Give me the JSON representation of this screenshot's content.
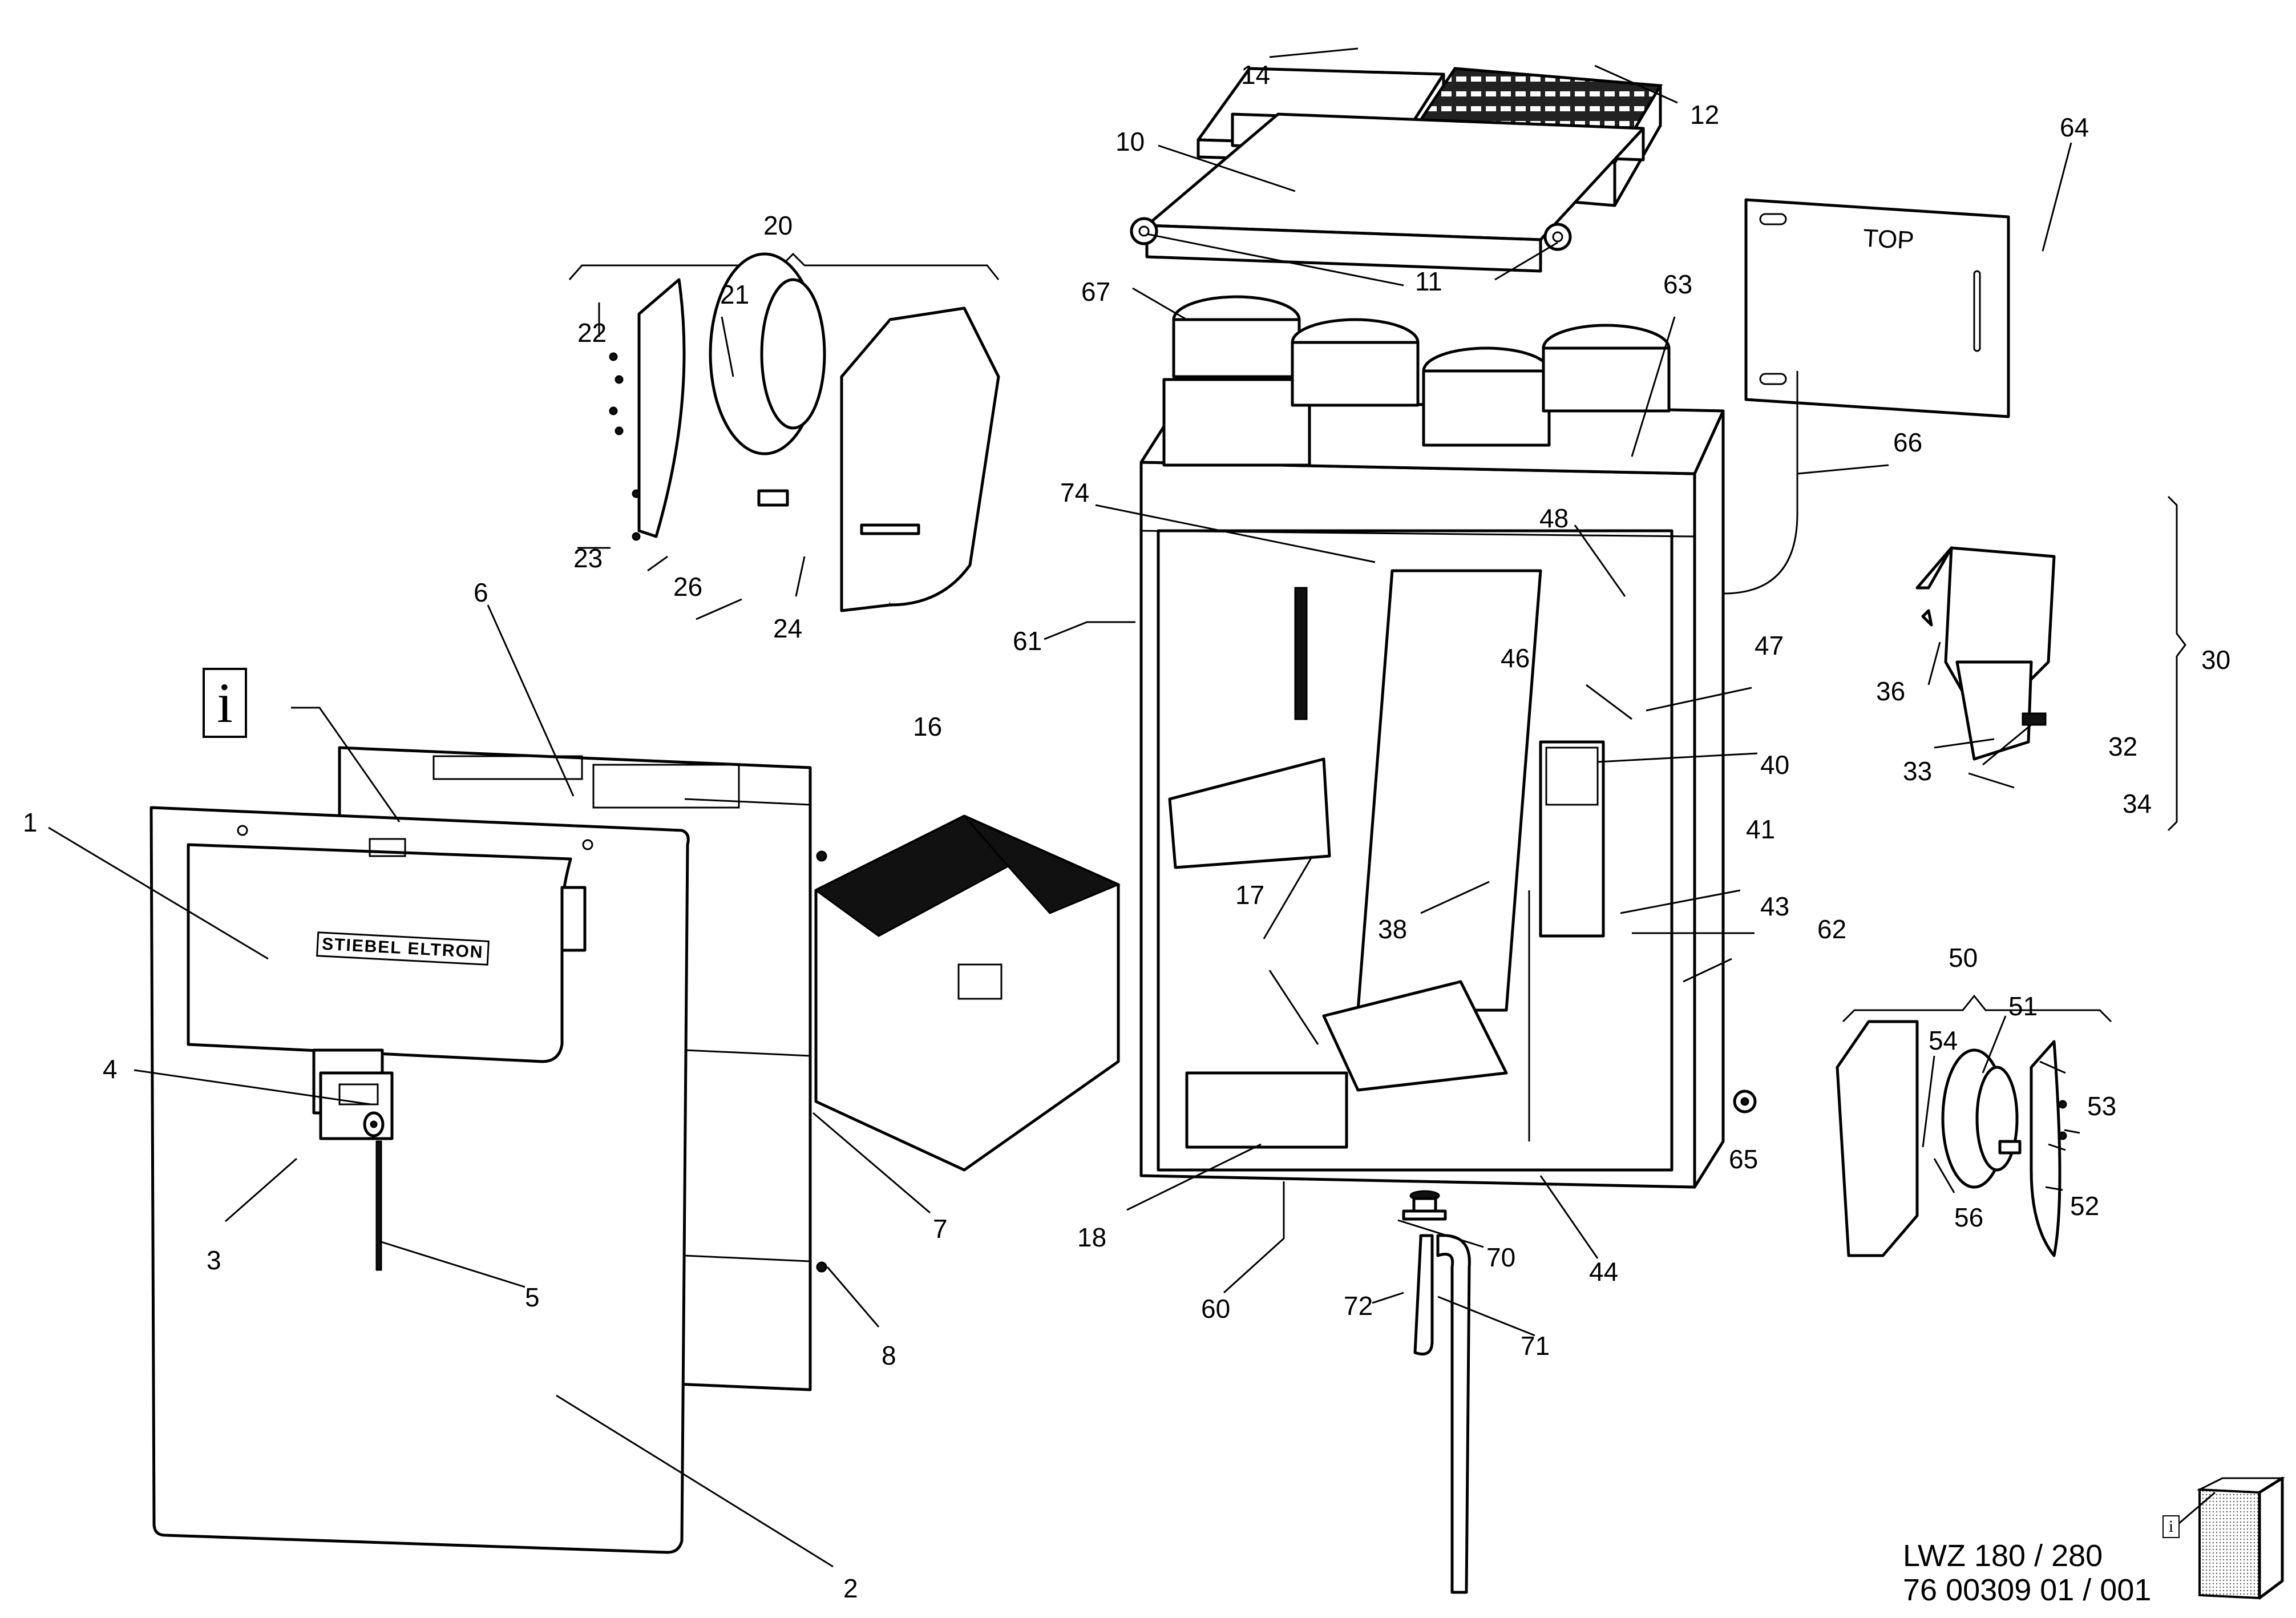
{
  "drawing": {
    "model": "LWZ 180 / 280",
    "document_number": "76 00309 01 / 001",
    "brand_logo_text": "STIEBEL ELTRON",
    "mounting_plate_text": "TOP",
    "info_symbol": "i"
  },
  "parts": [
    {
      "id": "1",
      "label": "1"
    },
    {
      "id": "2",
      "label": "2"
    },
    {
      "id": "3",
      "label": "3"
    },
    {
      "id": "4",
      "label": "4"
    },
    {
      "id": "5",
      "label": "5"
    },
    {
      "id": "6",
      "label": "6"
    },
    {
      "id": "7",
      "label": "7"
    },
    {
      "id": "8",
      "label": "8"
    },
    {
      "id": "10",
      "label": "10"
    },
    {
      "id": "11",
      "label": "11"
    },
    {
      "id": "12",
      "label": "12"
    },
    {
      "id": "14",
      "label": "14"
    },
    {
      "id": "16",
      "label": "16"
    },
    {
      "id": "17",
      "label": "17"
    },
    {
      "id": "18",
      "label": "18"
    },
    {
      "id": "20",
      "label": "20"
    },
    {
      "id": "21",
      "label": "21"
    },
    {
      "id": "22",
      "label": "22"
    },
    {
      "id": "23",
      "label": "23"
    },
    {
      "id": "24",
      "label": "24"
    },
    {
      "id": "26",
      "label": "26"
    },
    {
      "id": "30",
      "label": "30"
    },
    {
      "id": "32",
      "label": "32"
    },
    {
      "id": "33",
      "label": "33"
    },
    {
      "id": "34",
      "label": "34"
    },
    {
      "id": "36",
      "label": "36"
    },
    {
      "id": "38",
      "label": "38"
    },
    {
      "id": "40",
      "label": "40"
    },
    {
      "id": "41",
      "label": "41"
    },
    {
      "id": "43",
      "label": "43"
    },
    {
      "id": "44",
      "label": "44"
    },
    {
      "id": "46",
      "label": "46"
    },
    {
      "id": "47",
      "label": "47"
    },
    {
      "id": "48",
      "label": "48"
    },
    {
      "id": "50",
      "label": "50"
    },
    {
      "id": "51",
      "label": "51"
    },
    {
      "id": "52",
      "label": "52"
    },
    {
      "id": "53",
      "label": "53"
    },
    {
      "id": "54",
      "label": "54"
    },
    {
      "id": "56",
      "label": "56"
    },
    {
      "id": "60",
      "label": "60"
    },
    {
      "id": "61",
      "label": "61"
    },
    {
      "id": "62",
      "label": "62"
    },
    {
      "id": "63",
      "label": "63"
    },
    {
      "id": "64",
      "label": "64"
    },
    {
      "id": "65",
      "label": "65"
    },
    {
      "id": "66",
      "label": "66"
    },
    {
      "id": "67",
      "label": "67"
    },
    {
      "id": "70",
      "label": "70"
    },
    {
      "id": "71",
      "label": "71"
    },
    {
      "id": "72",
      "label": "72"
    },
    {
      "id": "74",
      "label": "74"
    }
  ]
}
